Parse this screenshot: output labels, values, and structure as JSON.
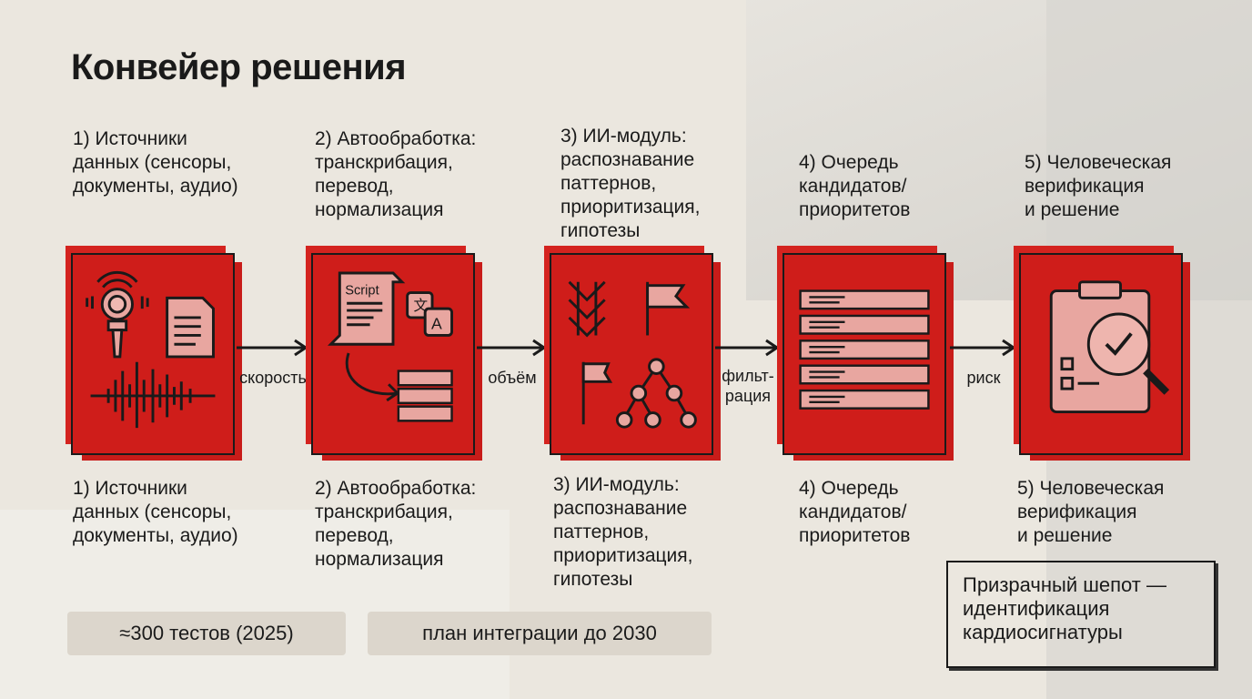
{
  "title": "Конвейер решения",
  "steps": [
    {
      "top_label": "1) Источники\nданных (сенсоры,\nдокументы, аудио)",
      "bottom_label": "1) Источники\nданных (сенсоры,\nдокументы, аудио)",
      "icons": [
        "sensor-icon",
        "document-icon",
        "waveform-icon"
      ]
    },
    {
      "top_label": "2) Автообработка:\n транскрибация,\n перевод,\n нормализация",
      "bottom_label": "2) Автообработка:\n транскрибация,\n перевод,\n нормализация",
      "icons": [
        "script-scroll-icon",
        "translate-icon",
        "curved-arrow-icon",
        "server-stack-icon"
      ],
      "script_text": "Script"
    },
    {
      "top_label": "3) ИИ-модуль:\nраспознавание\nпаттернов,\nприоритизация,\nгипотезы",
      "bottom_label": "3) ИИ-модуль:\nраспознавание\nпаттернов,\nприоритизация,\nгипотезы",
      "icons": [
        "pattern-maze-icon",
        "flag-icon",
        "flag-icon",
        "tree-graph-icon"
      ]
    },
    {
      "top_label": "4) Очередь\nкандидатов/\nприоритетов",
      "bottom_label": "4) Очередь\nкандидатов/\nприоритетов",
      "icons": [
        "queue-list-icon"
      ]
    },
    {
      "top_label": "5) Человеческая\n верификация\n и решение",
      "bottom_label": "5) Человеческая\n верификация\n и решение",
      "icons": [
        "clipboard-magnifier-check-icon"
      ]
    }
  ],
  "arrows": [
    "скорость",
    "объём",
    "филь­т-\nрация",
    "риск"
  ],
  "notes": {
    "tests": "≈300 тестов (2025)",
    "plan": "план интеграции до 2030",
    "box": "Призрачный шепот —\nидентификация\nкардиосигнатуры"
  },
  "colors": {
    "card": "#cf1d1a",
    "icon_fill": "#e8a6a0",
    "ink": "#1a1a1a",
    "background": "#ebe7df"
  }
}
